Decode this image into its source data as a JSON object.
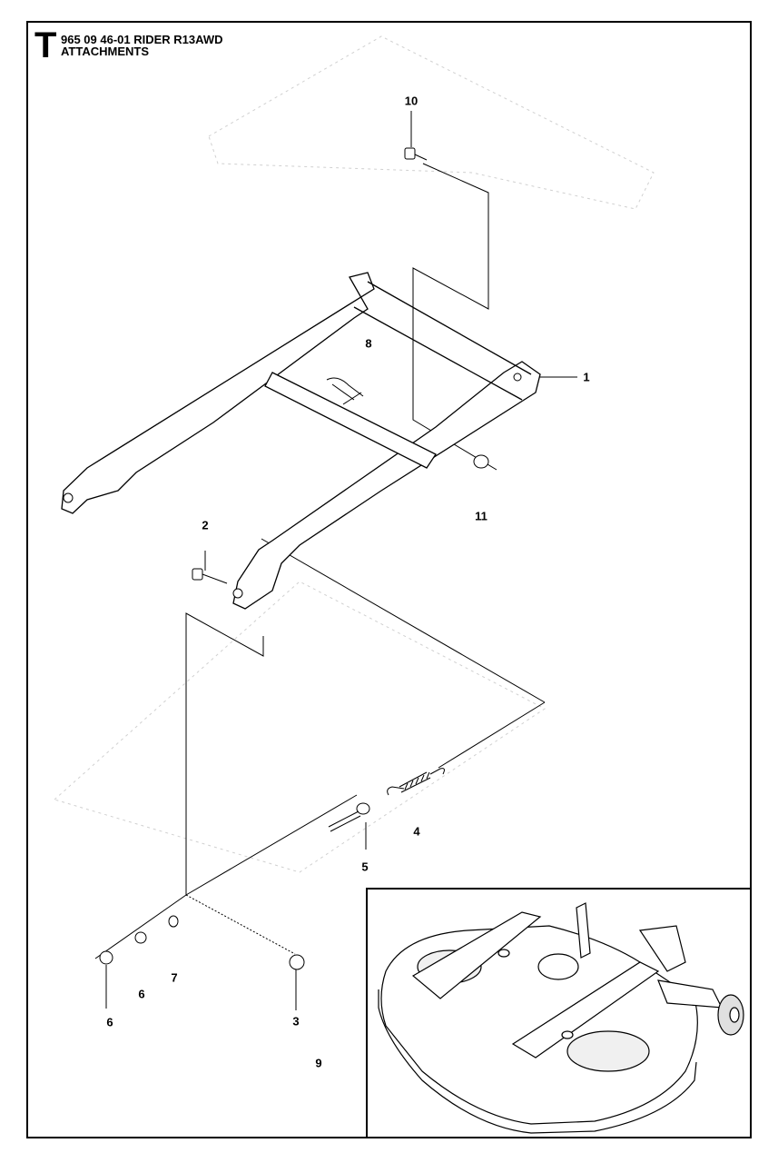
{
  "header": {
    "section_letter": "T",
    "line1": "965 09 46-01 RIDER R13AWD",
    "line2": "ATTACHMENTS"
  },
  "callouts": [
    {
      "id": "c10",
      "label": "10"
    },
    {
      "id": "c8",
      "label": "8"
    },
    {
      "id": "c1",
      "label": "1"
    },
    {
      "id": "c11",
      "label": "11"
    },
    {
      "id": "c2",
      "label": "2"
    },
    {
      "id": "c4",
      "label": "4"
    },
    {
      "id": "c5",
      "label": "5"
    },
    {
      "id": "c7",
      "label": "7"
    },
    {
      "id": "c6a",
      "label": "6"
    },
    {
      "id": "c6b",
      "label": "6"
    },
    {
      "id": "c3",
      "label": "3"
    },
    {
      "id": "c9",
      "label": "9"
    }
  ]
}
